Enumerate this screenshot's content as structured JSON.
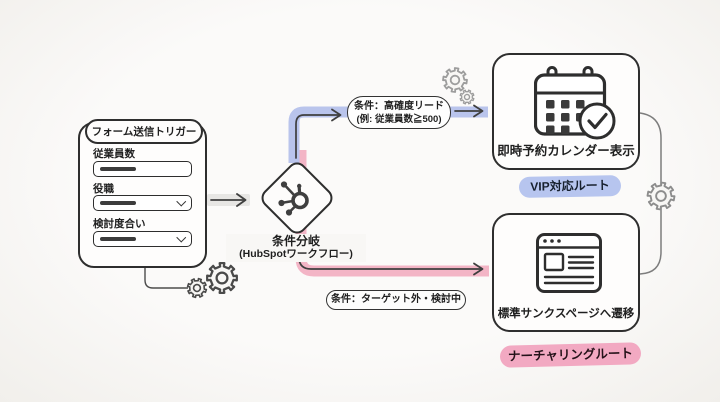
{
  "diagram_title": "HubSpot form-routing workflow diagram",
  "colors": {
    "background": "#f8f7f5",
    "ink": "#2e2e2e",
    "vip_route_line": "#b9c4ec",
    "vip_badge": "#b7c5ef",
    "nurture_route_line": "#f3b5c6",
    "nurture_badge": "#f2a9c2"
  },
  "form_card": {
    "title": "フォーム送信トリガー",
    "fields": [
      {
        "label": "従業員数",
        "type": "text-input"
      },
      {
        "label": "役職",
        "type": "select"
      },
      {
        "label": "検討度合い",
        "type": "select"
      }
    ]
  },
  "decision": {
    "title": "条件分岐",
    "subtitle": "(HubSpotワークフロー)",
    "icon": "hubspot-sprocket-icon"
  },
  "branches": {
    "vip": {
      "condition_line1": "条件：高確度リード",
      "condition_line2": "(例: 従業員数≧500)",
      "node_label": "即時予約カレンダー表示",
      "badge": "VIP対応ルート",
      "icon": "calendar-check-icon"
    },
    "nurture": {
      "condition": "条件：ターゲット外・検討中",
      "node_label": "標準サンクスページへ遷移",
      "badge": "ナーチャリングルート",
      "icon": "browser-page-icon"
    }
  }
}
